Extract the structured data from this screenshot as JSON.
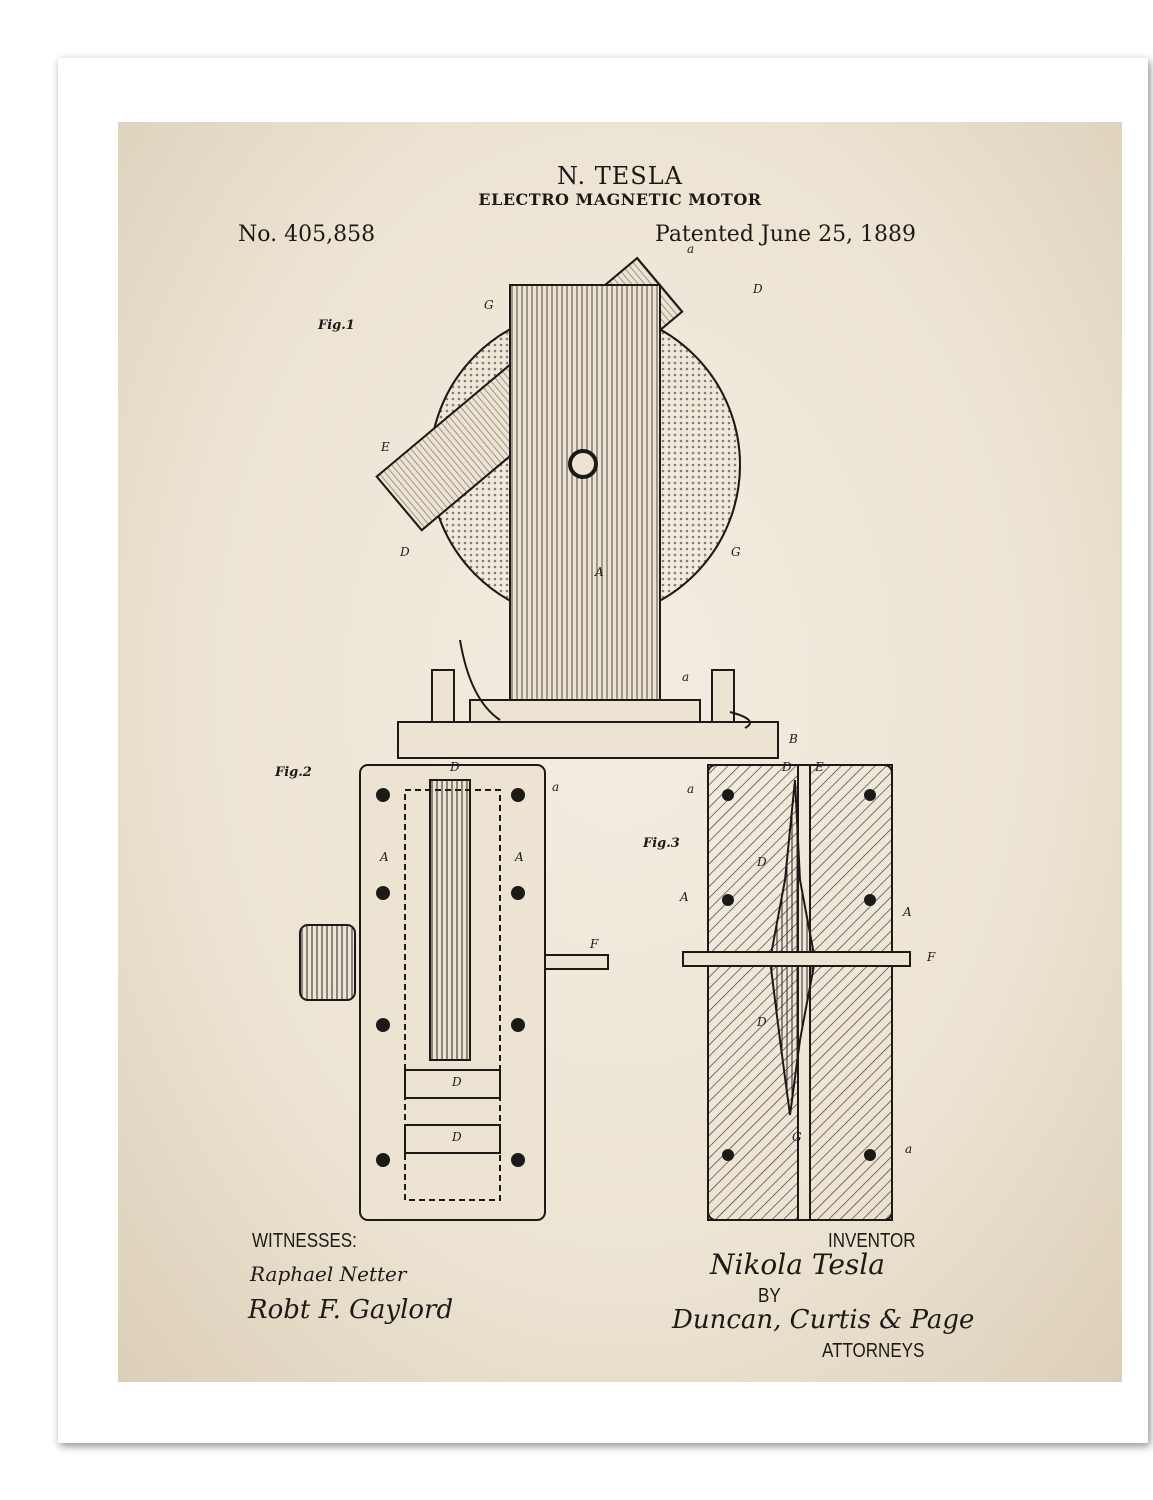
{
  "header": {
    "inventor": "N. TESLA",
    "title": "ELECTRO MAGNETIC MOTOR",
    "patent_number": "No. 405,858",
    "patent_date": "Patented June 25, 1889"
  },
  "figures": [
    {
      "label": "Fig.1",
      "letters": [
        "a",
        "G",
        "D",
        "E",
        "D",
        "G",
        "A",
        "a",
        "B"
      ]
    },
    {
      "label": "Fig.2",
      "letters": [
        "D",
        "a",
        "A",
        "A",
        "F",
        "D",
        "D"
      ]
    },
    {
      "label": "Fig.3",
      "letters": [
        "D",
        "E",
        "a",
        "A",
        "A",
        "F",
        "D",
        "D",
        "G",
        "a"
      ]
    }
  ],
  "footer": {
    "witnesses_label": "WITNESSES:",
    "witness_1": "Raphael Netter",
    "witness_2": "Robt F. Gaylord",
    "inventor_label": "INVENTOR",
    "inventor_signature": "Nikola Tesla",
    "by_label": "BY",
    "attorneys_signature": "Duncan, Curtis & Page",
    "attorneys_label": "ATTORNEYS"
  },
  "colors": {
    "paper": "#ece3d3",
    "ink": "#1c1a17"
  }
}
